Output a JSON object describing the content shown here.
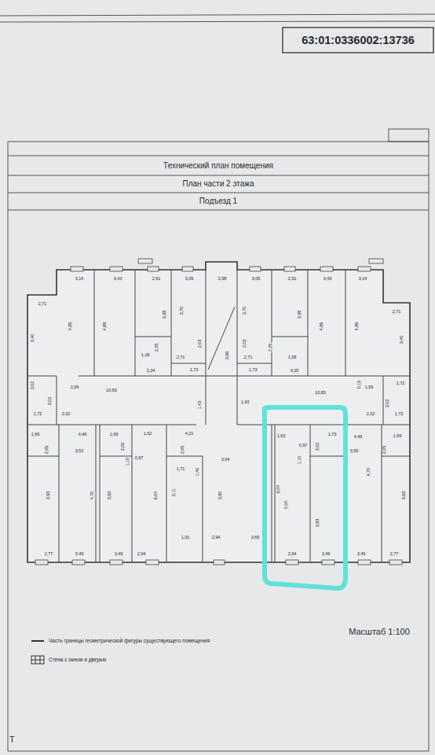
{
  "diagram": {
    "title": "Технический план помещения",
    "labels": [
      "63:01:0336002:13736",
      "План части 2 этажа",
      "Подъезд 1",
      "Масштаб 1:100",
      "Т",
      "3,14",
      "3,43",
      "2,91",
      "3,05",
      "2,58",
      "3,05",
      "2,91",
      "3,43",
      "3,14",
      "2,71",
      "3,40",
      "2,71",
      "3,40",
      "4,89",
      "4,89",
      "3,38",
      "3,70",
      "3,70",
      "3,38",
      "4,89",
      "4,89",
      "2,25",
      "2,03",
      "3,66",
      "2,03",
      "2,25",
      "1,18",
      "2,71",
      "2,71",
      "1,08",
      "2,24",
      "1,73",
      "1,73",
      "4,25",
      "3,02",
      "2,06",
      "3,02",
      "1,72",
      "2,02",
      "10,83",
      "1,43",
      "1,43",
      "10,83",
      "1,56",
      "0,15",
      "1,72",
      "3,02",
      "2,02",
      "1,72",
      "1,69",
      "4,46",
      "2,05",
      "3,52",
      "1,69",
      "1,62",
      "2,05",
      "1,10",
      "0,97",
      "2,05",
      "4,21",
      "3,64",
      "1,71",
      "1,40",
      "1,63",
      "1,73",
      "3,02",
      "0,97",
      "1,10",
      "4,46",
      "3,50",
      "2,05",
      "1,69",
      "3,93",
      "4,70",
      "3,93",
      "6,04",
      "3,11",
      "3,60",
      "6,04",
      "4,04",
      "3,93",
      "4,70",
      "3,93",
      "2,77",
      "3,49",
      "3,49",
      "2,94",
      "1,91",
      "2,94",
      "3,65",
      "2,94",
      "3,49",
      "3,49",
      "2,77"
    ],
    "legend": [
      {
        "text": "Часть границы геометрической фигуры существующего помещения"
      },
      {
        "text": "Стена с окном и дверью"
      }
    ]
  }
}
